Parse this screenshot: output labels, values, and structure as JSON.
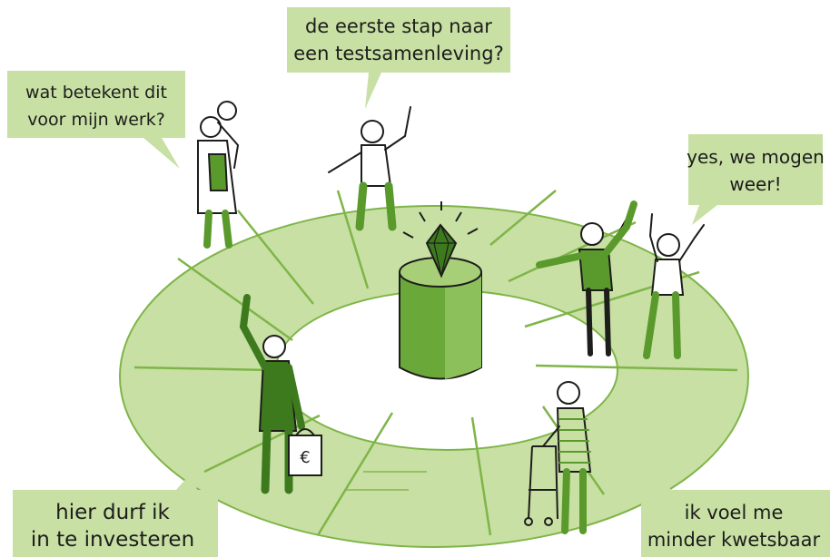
{
  "colors": {
    "ring": "#c8e0a4",
    "ring_stroke": "#7fb548",
    "bubble": "#c8e0a4",
    "figure_green": "#5a9a2c",
    "figure_dark": "#3d7a1e",
    "ink": "#1d1d1b",
    "pillar_light": "#8cc05a",
    "pillar_dark": "#4f8f27"
  },
  "bubbles": {
    "top_center": {
      "line1": "de eerste stap naar",
      "line2": "een testsamenleving?"
    },
    "top_left": {
      "line1": "wat betekent dit",
      "line2": "voor mijn werk?"
    },
    "right": {
      "line1": "yes, we mogen",
      "line2": "weer!"
    },
    "bottom_left": {
      "line1": "hier durf ik",
      "line2": "in te investeren"
    },
    "bottom_right": {
      "line1": "ik voel me",
      "line2": "minder kwetsbaar"
    }
  },
  "icons": {
    "shopping_bag_symbol": "€"
  }
}
